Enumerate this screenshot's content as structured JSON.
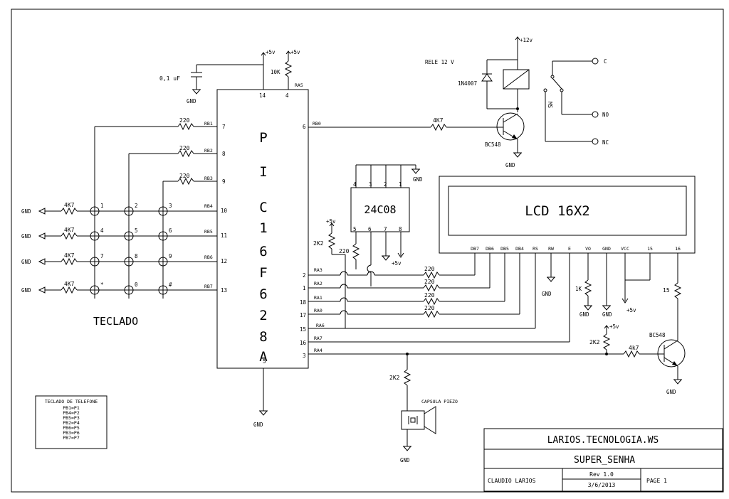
{
  "mcu": {
    "chars": [
      "P",
      "I",
      "C",
      "1",
      "6",
      "F",
      "6",
      "2",
      "8",
      "A"
    ],
    "pin_top_vdd": "14",
    "pin_top_ra5": "4",
    "pin_bottom": "5",
    "ra5": "RA5"
  },
  "left_pins": [
    {
      "name": "RB1",
      "num": "7"
    },
    {
      "name": "RB2",
      "num": "8"
    },
    {
      "name": "RB3",
      "num": "9"
    },
    {
      "name": "RB4",
      "num": "10"
    },
    {
      "name": "RB5",
      "num": "11"
    },
    {
      "name": "RB6",
      "num": "12"
    },
    {
      "name": "RB7",
      "num": "13"
    }
  ],
  "right_pins": [
    {
      "name": "RB0",
      "num": "6"
    },
    {
      "name": "RA3",
      "num": "2"
    },
    {
      "name": "RA2",
      "num": "1"
    },
    {
      "name": "RA1",
      "num": "18"
    },
    {
      "name": "RA0",
      "num": "17"
    },
    {
      "name": "RA6",
      "num": "15"
    },
    {
      "name": "RA7",
      "num": "16"
    },
    {
      "name": "RA4",
      "num": "3"
    }
  ],
  "keypad": {
    "title": "TECLADO",
    "keys": [
      "1",
      "2",
      "3",
      "4",
      "5",
      "6",
      "7",
      "8",
      "9",
      "*",
      "0",
      "#"
    ],
    "row_res": "4K7",
    "col_res": "220",
    "gnd": "GND",
    "note_title": "TECLADO DE TELEFONE",
    "note_lines": [
      "PB1=P1",
      "PB4=P2",
      "PB5=P3",
      "PB2=P4",
      "PB6=P5",
      "PB3=P6",
      "PB7=P7"
    ]
  },
  "eeprom": {
    "name": "24C08",
    "top_pins": [
      "4",
      "3",
      "2",
      "1"
    ],
    "bottom_pins": [
      "5",
      "6",
      "7",
      "8"
    ]
  },
  "lcd": {
    "title": "LCD 16X2",
    "pins": [
      "DB7",
      "DB6",
      "DB5",
      "DB4",
      "RS",
      "RW",
      "E",
      "VO",
      "GND",
      "VCC",
      "15",
      "16"
    ]
  },
  "relay": {
    "title": "RELE 12 V",
    "diode": "1N4007",
    "transistor": "BC548",
    "base_res": "4K7",
    "supply": "+12v",
    "ms": "MS",
    "contacts": [
      "C",
      "NO",
      "NC"
    ]
  },
  "power": {
    "vcc": "+5v",
    "gnd": "GND",
    "cap": "0,1 uF",
    "pullup": "10K"
  },
  "misc": {
    "pot_res": "1K",
    "bl_res": "15",
    "bl_transistor": "BC548",
    "bl_base_res": "4k7",
    "bl_pull": "2K2",
    "ee_pull": "2K2",
    "ee_res": "220",
    "data_res": "220",
    "piezo_res": "2K2",
    "piezo": "CAPSULA PIEZO"
  },
  "title_block": {
    "company": "LARIOS.TECNOLOGIA.WS",
    "project": "SUPER_SENHA",
    "author": "CLAUDIO LARIOS",
    "rev": "Rev 1.0",
    "date": "3/6/2013",
    "page": "PAGE 1"
  }
}
